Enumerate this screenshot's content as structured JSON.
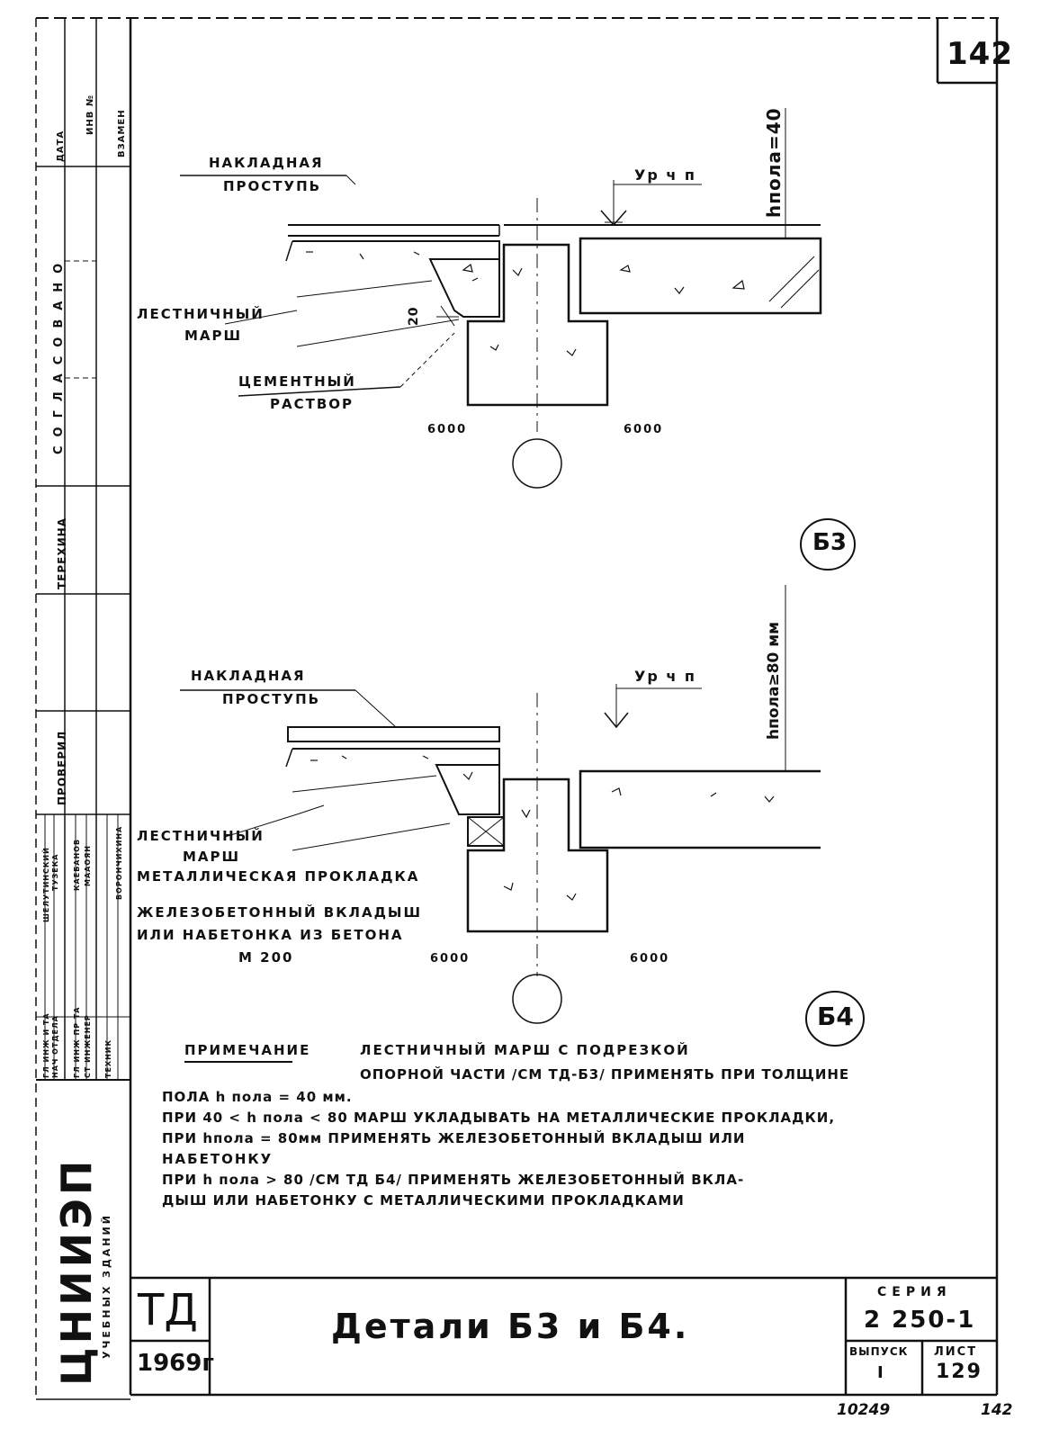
{
  "sheet_number": "142",
  "left_strip": {
    "columns": [
      "ДАТА",
      "ИНВ №",
      "ВЗАМЕН"
    ],
    "section_labels": [
      "СОГЛАСОВАНО",
      "ТЕРЕХИНА",
      "ПРОВЕРИЛ"
    ],
    "roles": [
      "ГЛ ИНЖ И ТА",
      "НАЧ ОТДЕЛА",
      "ГЛ ИНЖ ПР ТА",
      "СТ ИНЖЕНЕР",
      "ТЕХНИК"
    ],
    "names": [
      "ШЕЛУТИНСКИЙ",
      "ТУЗЕКА",
      "КАЕБАНОВ",
      "МААОЯН",
      "ВОРОНЧИХИНА"
    ],
    "institute": "ЦНИИЭП",
    "institute_sub": "УЧЕБНЫХ ЗДАНИЙ"
  },
  "detail_b3": {
    "label_overlay": "НАКЛАДНАЯ",
    "label_overlay_2": "ПРОСТУПЬ",
    "label_level": "Ур ч п",
    "label_height": "hпола=40",
    "label_stair": "ЛЕСТНИЧНЫЙ",
    "label_stair_2": "МАРШ",
    "label_mortar": "ЦЕМЕНТНЫЙ",
    "label_mortar_2": "РАСТВОР",
    "dim_20": "20",
    "grade_left": "6000",
    "grade_right": "6000",
    "callout": "Б3"
  },
  "detail_b4": {
    "label_overlay": "НАКЛАДНАЯ",
    "label_overlay_2": "ПРОСТУПЬ",
    "label_level": "Ур ч п",
    "label_height": "hпола≥80 мм",
    "label_stair": "ЛЕСТНИЧНЫЙ",
    "label_stair_2": "МАРШ",
    "label_metal": "МЕТАЛЛИЧЕСКАЯ ПРОКЛАДКА",
    "label_insert": "ЖЕЛЕЗОБЕТОННЫЙ ВКЛАДЫШ",
    "label_insert_2": "ИЛИ НАБЕТОНКА ИЗ БЕТОНА",
    "label_insert_3": "М 200",
    "grade_left": "6000",
    "grade_right": "6000",
    "callout": "Б4"
  },
  "note": {
    "title": "ПРИМЕЧАНИЕ",
    "lines": [
      "ЛЕСТНИЧНЫЙ МАРШ С ПОДРЕЗКОЙ",
      "ОПОРНОЙ ЧАСТИ /СМ ТД-Б3/ ПРИМЕНЯТЬ ПРИ ТОЛЩИНЕ",
      "ПОЛА h пола = 40 мм.",
      "ПРИ 40 < h пола < 80 МАРШ УКЛАДЫВАТЬ НА МЕТАЛЛИЧЕСКИЕ ПРОКЛАДКИ,",
      "ПРИ hпола = 80мм ПРИМЕНЯТЬ ЖЕЛЕЗОБЕТОННЫЙ ВКЛАДЫШ ИЛИ",
      "НАБЕТОНКУ",
      "ПРИ h пола > 80 /СМ ТД Б4/ ПРИМЕНЯТЬ ЖЕЛЕЗОБЕТОННЫЙ ВКЛА-",
      "ДЫШ ИЛИ НАБЕТОНКУ С МЕТАЛЛИЧЕСКИМИ ПРОКЛАДКАМИ"
    ]
  },
  "title_block": {
    "td": "ТД",
    "year": "1969г",
    "title": "Детали Б3 и Б4.",
    "series_label": "СЕРИЯ",
    "series_value": "2 250-1",
    "issue_label": "ВЫПУСК",
    "issue_value": "I",
    "sheet_label": "ЛИСТ",
    "sheet_value": "129"
  },
  "footer": {
    "left": "10249",
    "right": "142"
  }
}
